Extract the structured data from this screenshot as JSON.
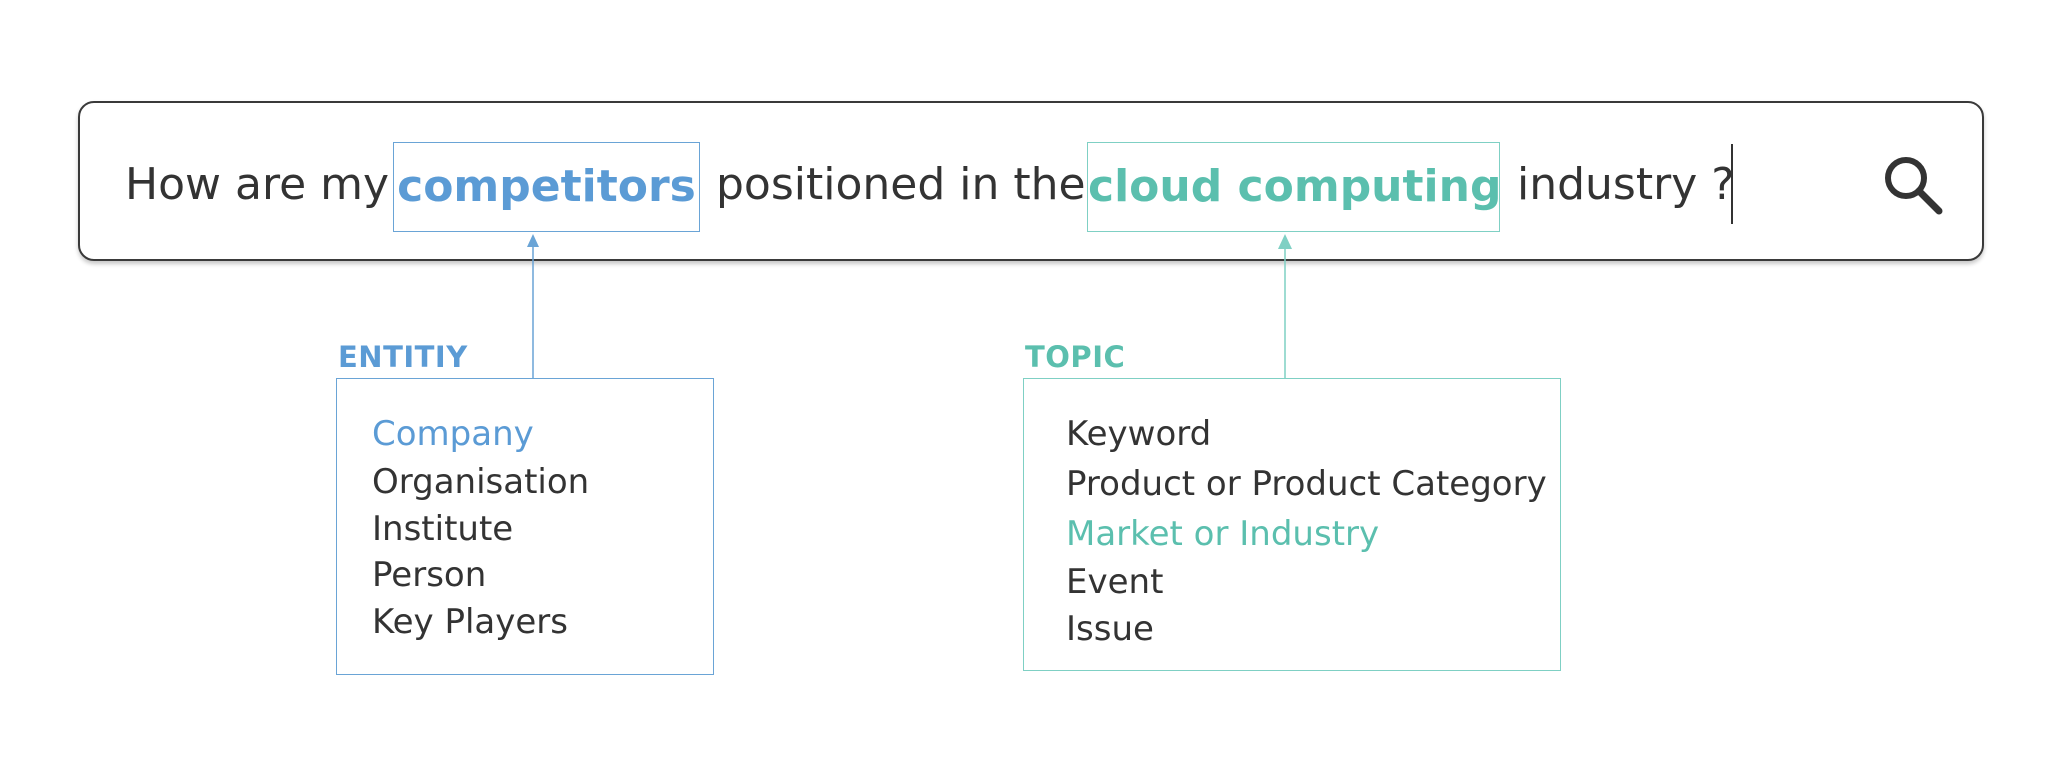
{
  "query": {
    "prefix": "How are my",
    "entity_chip": "competitors",
    "middle": "positioned in the",
    "topic_chip": "cloud computing",
    "suffix": "industry ?"
  },
  "colors": {
    "entity": "#5b9bd5",
    "topic": "#5bbfae",
    "text": "#333333",
    "border": "#3a3a3a"
  },
  "icons": {
    "search": "search-icon"
  },
  "entity_panel": {
    "title": "ENTITIY",
    "selected_index": 0,
    "items": [
      "Company",
      "Organisation",
      "Institute",
      "Person",
      "Key Players"
    ]
  },
  "topic_panel": {
    "title": "TOPIC",
    "selected_index": 2,
    "items": [
      "Keyword",
      "Product or Product Category",
      "Market or Industry",
      "Event",
      "Issue"
    ]
  }
}
